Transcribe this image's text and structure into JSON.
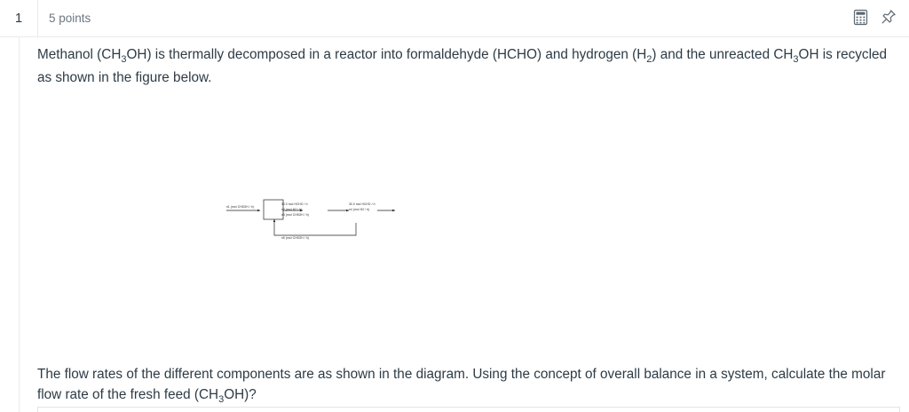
{
  "header": {
    "question_number": "1",
    "points": "5 points",
    "calculator_icon": "calculator-icon",
    "pin_icon": "pin-icon"
  },
  "question": {
    "prompt_parts": [
      "Methanol (CH",
      "3",
      "OH) is thermally decomposed in a reactor into formaldehyde (HCHO) and hydrogen (H",
      "2",
      ") and the unreacted CH",
      "3",
      "OH is recycled as shown in the figure below."
    ],
    "prompt_text": "Methanol (CH3OH) is thermally decomposed in a reactor into formaldehyde (HCHO) and hydrogen (H2) and the unreacted CH3OH is recycled as shown in the figure below.",
    "tail_text": "The flow rates of the different components are as shown in the diagram. Using the concept of overall balance in a system, calculate the molar flow rate of the fresh feed (CH3OH)?"
  },
  "figure": {
    "name": "process-flow-diagram",
    "labels": {
      "feed": "n1 (mol CH3OH / h)",
      "reactor_out_1": "30.0 mol HCHO / h",
      "reactor_out_2": "n2 (mol H2 / h)",
      "reactor_out_3": "n3 (mol CH3OH / h)",
      "product_1": "30.0 mol HCHO / h",
      "product_2": "n4 (mol H2 / h)",
      "recycle": "n5 (mol CH3OH / h)"
    }
  }
}
